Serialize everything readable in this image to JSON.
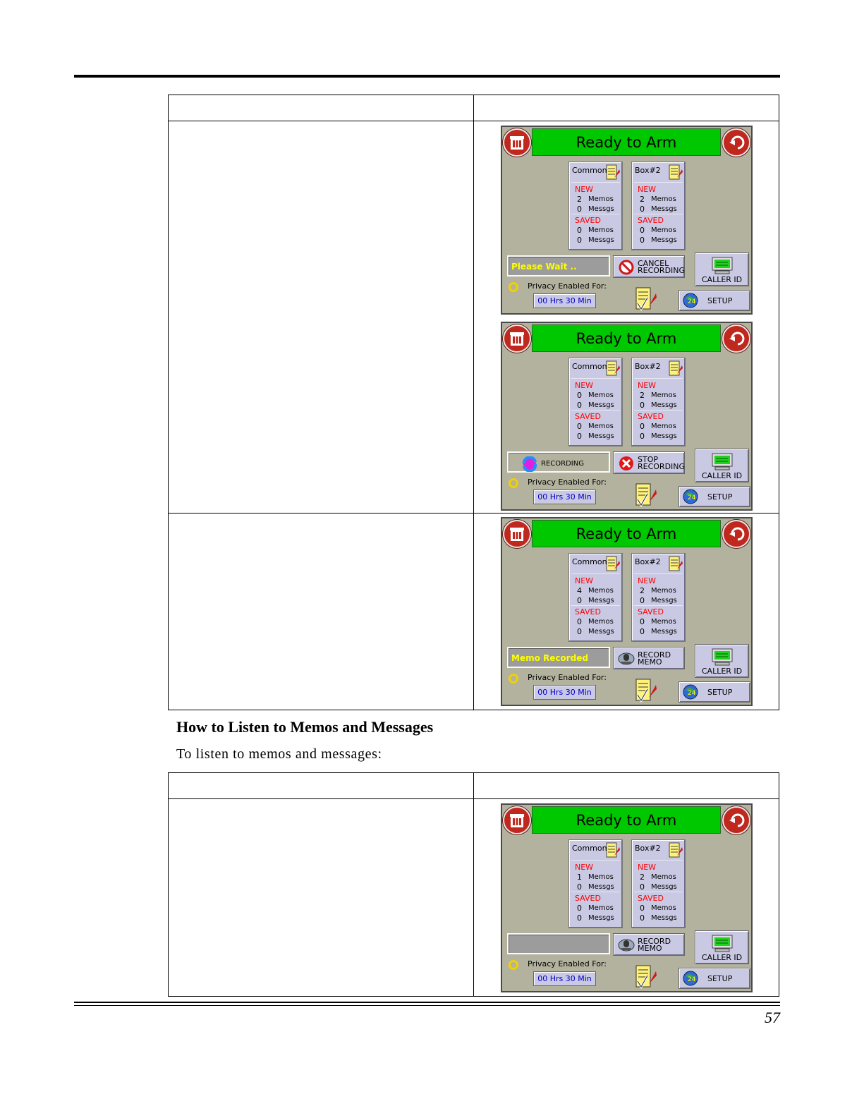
{
  "page": {
    "section_heading": "How to Listen to Memos and Messages",
    "section_intro": "To listen to memos and messages:",
    "page_number": "57"
  },
  "icons": {
    "home": "home-icon",
    "back": "back-arrow-icon",
    "mailbox": "notepad-icon",
    "cancel_recording": "no-recording-icon",
    "stop_recording": "red-x-icon",
    "record_memo": "microphone-icon",
    "recording": "recording-circle-icon",
    "caller_id": "caller-id-display-icon",
    "notes": "checklist-icon",
    "setup": "setup-globe-icon"
  },
  "colors": {
    "title_bar": "#00c800",
    "screen_bg": "#b3b29e",
    "button_bg": "#c9c9e4",
    "status_text": "#ffff00",
    "new_saved_label": "#ff0000",
    "privacy_time_text": "#0000c8"
  },
  "screens": [
    {
      "title": "Ready to Arm",
      "mailboxes": [
        {
          "name": "Common",
          "new_label": "NEW",
          "new_memos": "2",
          "new_messgs": "0",
          "saved_label": "SAVED",
          "saved_memos": "0",
          "saved_messgs": "0",
          "memos_label": "Memos",
          "messgs_label": "Messgs"
        },
        {
          "name": "Box#2",
          "new_label": "NEW",
          "new_memos": "2",
          "new_messgs": "0",
          "saved_label": "SAVED",
          "saved_memos": "0",
          "saved_messgs": "0",
          "memos_label": "Memos",
          "messgs_label": "Messgs"
        }
      ],
      "status_text": "Please Wait ..",
      "action_line1": "CANCEL",
      "action_line2": "RECORDING",
      "caller_id_label": "CALLER ID",
      "privacy_label": "Privacy Enabled For:",
      "privacy_time": "00 Hrs 30 Min",
      "setup_label": "SETUP"
    },
    {
      "title": "Ready to Arm",
      "mailboxes": [
        {
          "name": "Common",
          "new_label": "NEW",
          "new_memos": "0",
          "new_messgs": "0",
          "saved_label": "SAVED",
          "saved_memos": "0",
          "saved_messgs": "0",
          "memos_label": "Memos",
          "messgs_label": "Messgs"
        },
        {
          "name": "Box#2",
          "new_label": "NEW",
          "new_memos": "2",
          "new_messgs": "0",
          "saved_label": "SAVED",
          "saved_memos": "0",
          "saved_messgs": "0",
          "memos_label": "Memos",
          "messgs_label": "Messgs"
        }
      ],
      "status_text": "RECORDING",
      "action_line1": "STOP",
      "action_line2": "RECORDING",
      "caller_id_label": "CALLER ID",
      "privacy_label": "Privacy Enabled For:",
      "privacy_time": "00 Hrs 30 Min",
      "setup_label": "SETUP"
    },
    {
      "title": "Ready to Arm",
      "mailboxes": [
        {
          "name": "Common",
          "new_label": "NEW",
          "new_memos": "4",
          "new_messgs": "0",
          "saved_label": "SAVED",
          "saved_memos": "0",
          "saved_messgs": "0",
          "memos_label": "Memos",
          "messgs_label": "Messgs"
        },
        {
          "name": "Box#2",
          "new_label": "NEW",
          "new_memos": "2",
          "new_messgs": "0",
          "saved_label": "SAVED",
          "saved_memos": "0",
          "saved_messgs": "0",
          "memos_label": "Memos",
          "messgs_label": "Messgs"
        }
      ],
      "status_text": "Memo Recorded",
      "action_line1": "RECORD",
      "action_line2": "MEMO",
      "caller_id_label": "CALLER ID",
      "privacy_label": "Privacy Enabled For:",
      "privacy_time": "00 Hrs 30 Min",
      "setup_label": "SETUP"
    },
    {
      "title": "Ready to Arm",
      "mailboxes": [
        {
          "name": "Common",
          "new_label": "NEW",
          "new_memos": "1",
          "new_messgs": "0",
          "saved_label": "SAVED",
          "saved_memos": "0",
          "saved_messgs": "0",
          "memos_label": "Memos",
          "messgs_label": "Messgs"
        },
        {
          "name": "Box#2",
          "new_label": "NEW",
          "new_memos": "2",
          "new_messgs": "0",
          "saved_label": "SAVED",
          "saved_memos": "0",
          "saved_messgs": "0",
          "memos_label": "Memos",
          "messgs_label": "Messgs"
        }
      ],
      "status_text": "",
      "action_line1": "RECORD",
      "action_line2": "MEMO",
      "caller_id_label": "CALLER ID",
      "privacy_label": "Privacy Enabled For:",
      "privacy_time": "00 Hrs 30 Min",
      "setup_label": "SETUP"
    }
  ]
}
